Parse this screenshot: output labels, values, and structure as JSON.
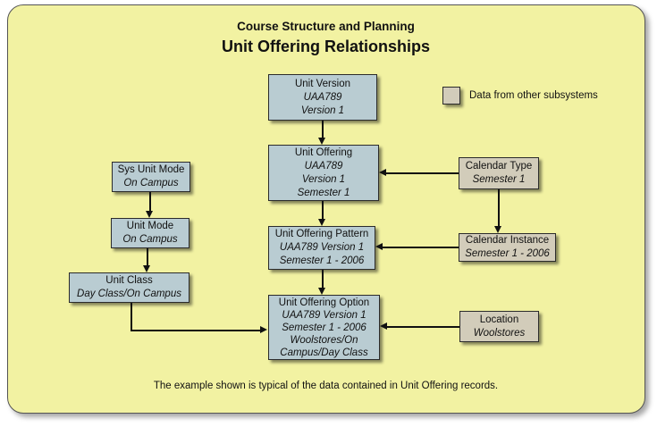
{
  "title": {
    "line1": "Course Structure and Planning",
    "line2": "Unit Offering Relationships"
  },
  "legend": {
    "label": "Data from other subsystems"
  },
  "caption": "The example shown is typical of the data contained in Unit Offering records.",
  "colors": {
    "panel_background": "#f2f2a2",
    "record_box": "#b9ccd2",
    "subsystem_box": "#d2ccba",
    "connector": "#111111"
  },
  "boxes": {
    "unit_version": {
      "title": "Unit Version",
      "lines": [
        "UAA789",
        "Version 1"
      ]
    },
    "unit_offering": {
      "title": "Unit Offering",
      "lines": [
        "UAA789",
        "Version 1",
        "Semester 1"
      ]
    },
    "unit_offering_pattern": {
      "title": "Unit Offering Pattern",
      "lines": [
        "UAA789 Version 1",
        "Semester 1 - 2006"
      ]
    },
    "unit_offering_option": {
      "title": "Unit Offering Option",
      "lines": [
        "UAA789 Version 1",
        "Semester 1 - 2006",
        "Woolstores/On",
        "Campus/Day Class"
      ]
    },
    "sys_unit_mode": {
      "title": "Sys Unit Mode",
      "lines": [
        "On Campus"
      ]
    },
    "unit_mode": {
      "title": "Unit Mode",
      "lines": [
        "On Campus"
      ]
    },
    "unit_class": {
      "title": "Unit Class",
      "lines": [
        "Day Class/On Campus"
      ]
    },
    "calendar_type": {
      "title": "Calendar Type",
      "lines": [
        "Semester 1"
      ]
    },
    "calendar_instance": {
      "title": "Calendar Instance",
      "lines": [
        "Semester 1 - 2006"
      ]
    },
    "location": {
      "title": "Location",
      "lines": [
        "Woolstores"
      ]
    }
  }
}
